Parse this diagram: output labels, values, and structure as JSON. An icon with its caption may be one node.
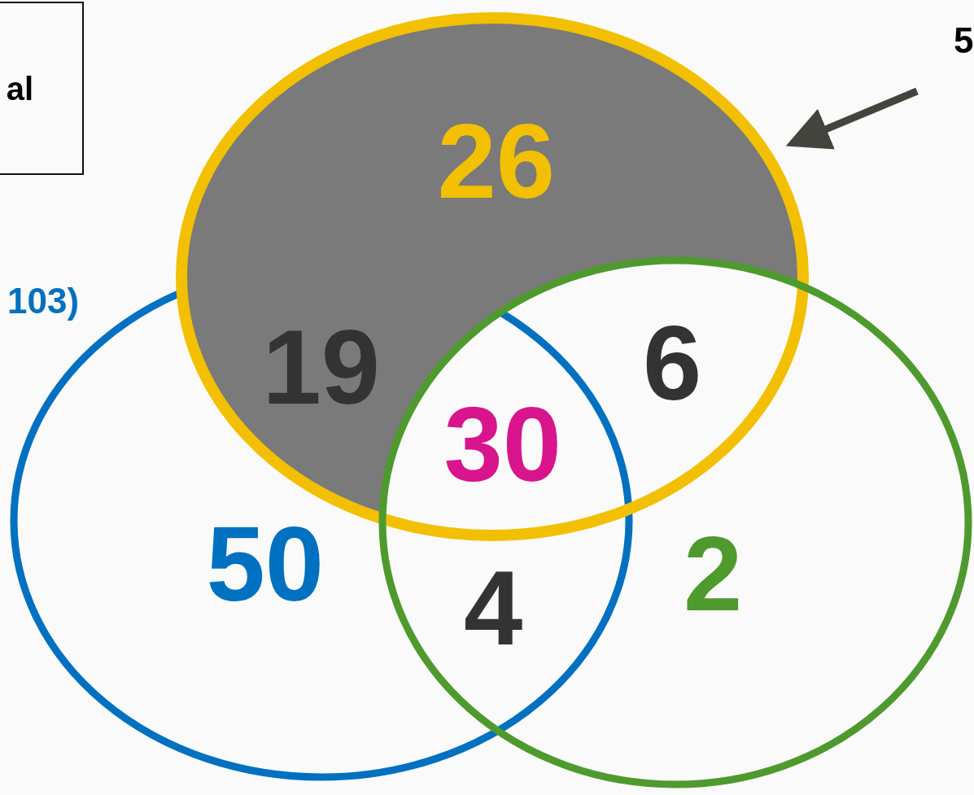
{
  "diagram": {
    "nodes": [
      {
        "text": [
          "al"
        ]
      },
      {
        "text": [
          "5"
        ]
      },
      {
        "text": [],
        "shape": "ellipse"
      }
    ],
    "edges": [
      {
        "from": 1,
        "to": 2,
        "arrow": "to"
      }
    ],
    "labels": [
      "26",
      "103)",
      "19",
      "6",
      "30",
      "50",
      "2",
      "4"
    ]
  }
}
